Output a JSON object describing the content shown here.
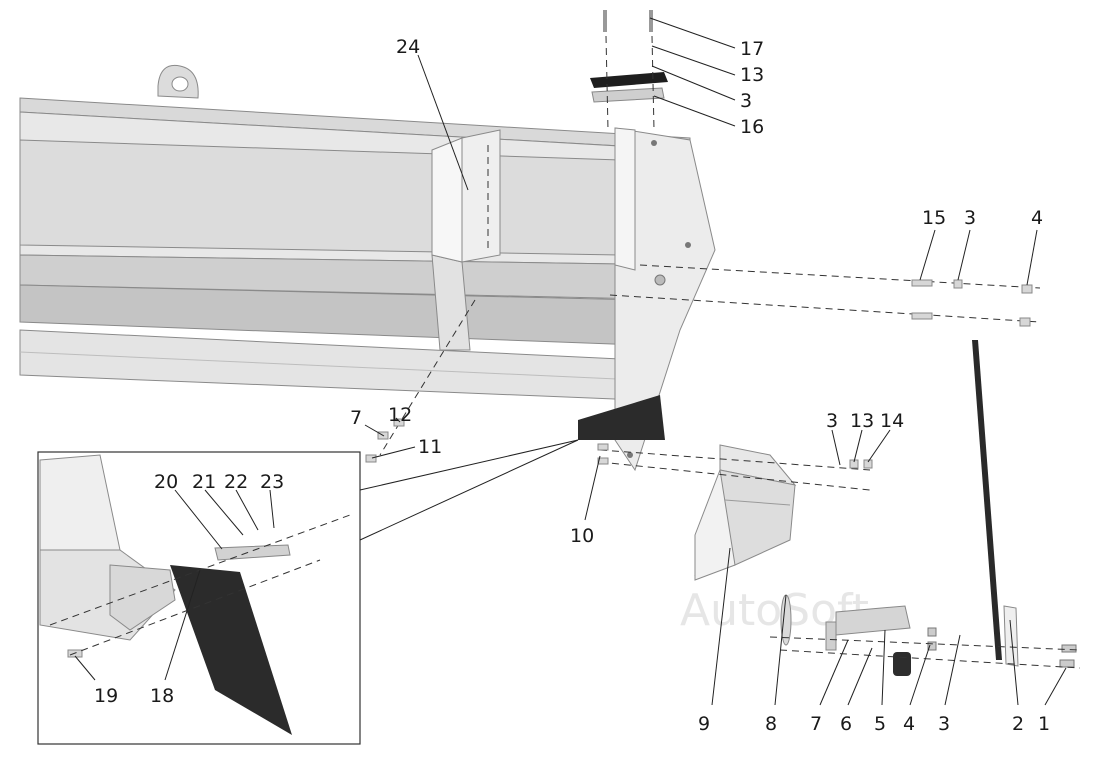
{
  "watermark": "AutoSoft",
  "callouts": [
    {
      "id": "c24",
      "text": "24"
    },
    {
      "id": "c17",
      "text": "17"
    },
    {
      "id": "c13a",
      "text": "13"
    },
    {
      "id": "c3a",
      "text": "3"
    },
    {
      "id": "c16",
      "text": "16"
    },
    {
      "id": "c15",
      "text": "15"
    },
    {
      "id": "c3b",
      "text": "3"
    },
    {
      "id": "c4a",
      "text": "4"
    },
    {
      "id": "c7a",
      "text": "7"
    },
    {
      "id": "c12",
      "text": "12"
    },
    {
      "id": "c11",
      "text": "11"
    },
    {
      "id": "c3c",
      "text": "3"
    },
    {
      "id": "c13b",
      "text": "13"
    },
    {
      "id": "c14",
      "text": "14"
    },
    {
      "id": "c10",
      "text": "10"
    },
    {
      "id": "c20",
      "text": "20"
    },
    {
      "id": "c21",
      "text": "21"
    },
    {
      "id": "c22",
      "text": "22"
    },
    {
      "id": "c23",
      "text": "23"
    },
    {
      "id": "c19",
      "text": "19"
    },
    {
      "id": "c18",
      "text": "18"
    },
    {
      "id": "c9",
      "text": "9"
    },
    {
      "id": "c8",
      "text": "8"
    },
    {
      "id": "c7b",
      "text": "7"
    },
    {
      "id": "c6",
      "text": "6"
    },
    {
      "id": "c5",
      "text": "5"
    },
    {
      "id": "c4b",
      "text": "4"
    },
    {
      "id": "c3d",
      "text": "3"
    },
    {
      "id": "c2",
      "text": "2"
    },
    {
      "id": "c1",
      "text": "1"
    }
  ]
}
